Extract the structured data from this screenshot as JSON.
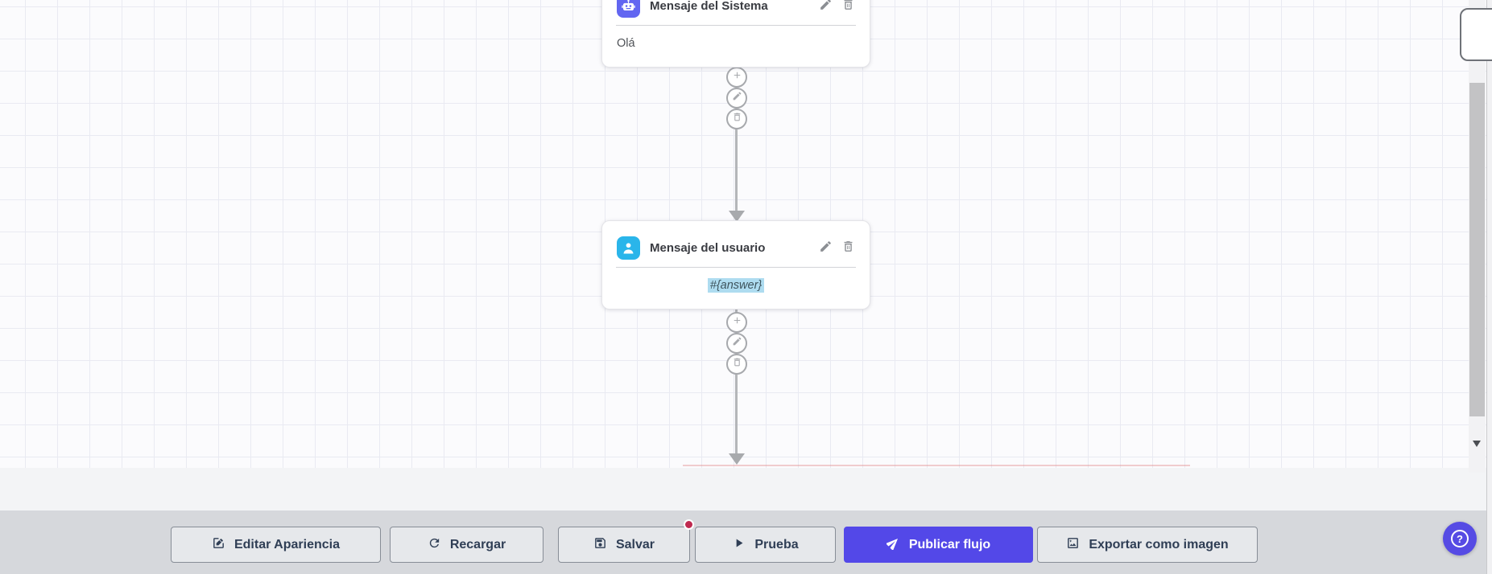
{
  "canvas": {
    "nodes": [
      {
        "title": "Mensaje del Sistema",
        "body": "Olá",
        "icon": "robot-icon",
        "icon_bg": "#6266f1"
      },
      {
        "title": "Mensaje del usuario",
        "body": "#{answer}",
        "icon": "user-icon",
        "icon_bg": "#2ab5ea",
        "body_highlighted": true
      }
    ],
    "node_actions": [
      "edit",
      "delete"
    ],
    "connector_actions": [
      "add",
      "edit",
      "delete"
    ]
  },
  "toolbar": {
    "buttons": [
      {
        "label": "Editar Apariencia",
        "icon": "edit-square-icon"
      },
      {
        "label": "Recargar",
        "icon": "refresh-icon"
      },
      {
        "label": "Salvar",
        "icon": "save-icon",
        "badge": "unsaved-dot"
      },
      {
        "label": "Prueba",
        "icon": "play-icon"
      },
      {
        "label": "Publicar flujo",
        "icon": "rocket-icon",
        "primary": true
      },
      {
        "label": "Exportar como imagen",
        "icon": "image-icon"
      }
    ]
  },
  "help_button": {
    "icon": "question-mark-icon",
    "glyph": "?"
  },
  "colors": {
    "accent": "#5348e8",
    "system_node_icon_bg": "#6266f1",
    "user_node_icon_bg": "#2ab5ea",
    "unsaved_badge": "#bf2a50",
    "answer_highlight": "#aedcf0",
    "bottombar_bg": "#d6d8dc"
  }
}
